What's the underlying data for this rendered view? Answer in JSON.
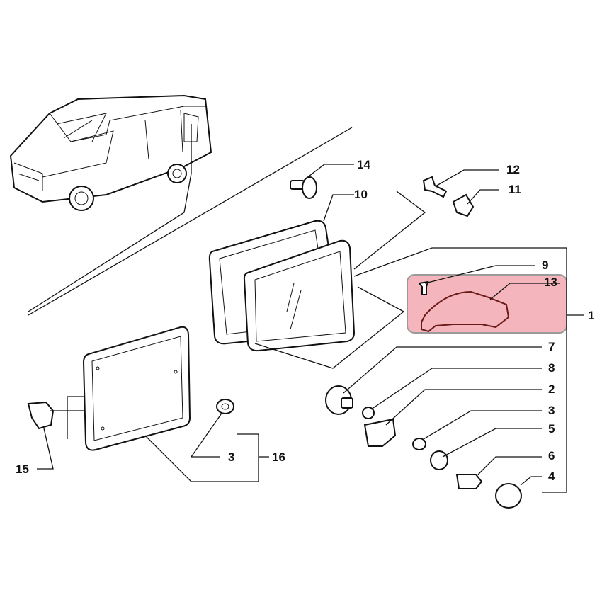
{
  "diagram": {
    "highlight_color": "#f4b6bc",
    "callouts": {
      "c14": "14",
      "c10": "10",
      "c12": "12",
      "c11": "11",
      "c9": "9",
      "c13": "13",
      "c1": "1",
      "c7": "7",
      "c8": "8",
      "c2": "2",
      "c3a": "3",
      "c5": "5",
      "c6": "6",
      "c4": "4",
      "c15": "15",
      "c3b": "3",
      "c16": "16"
    }
  }
}
